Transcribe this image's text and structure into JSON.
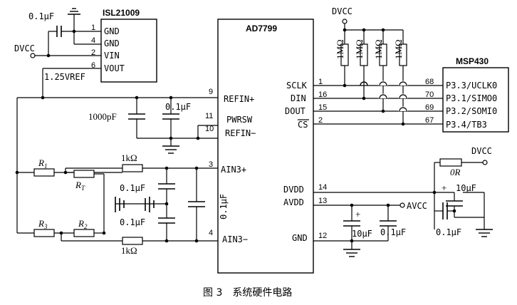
{
  "chips": {
    "isl": {
      "name": "ISL21009",
      "pins": [
        "GND",
        "GND",
        "VIN",
        "VOUT"
      ],
      "pin_numbers": [
        "1",
        "4",
        "2",
        "6"
      ]
    },
    "ad": {
      "name": "AD7799",
      "left_pins": [
        "REFIN+",
        "PWRSW",
        "REFIN−",
        "AIN3+",
        "AIN3−"
      ],
      "left_numbers": [
        "9",
        "11",
        "10",
        "3",
        "4"
      ],
      "right_pins": [
        "SCLK",
        "DIN",
        "DOUT",
        "CS",
        "DVDD",
        "AVDD",
        "GND"
      ],
      "right_numbers": [
        "1",
        "16",
        "15",
        "2",
        "14",
        "13",
        "12"
      ]
    },
    "msp": {
      "name": "MSP430",
      "pins": [
        "P3.3/UCLK0",
        "P3.1/SIMO0",
        "P3.2/SOMI0",
        "P3.4/TB3"
      ],
      "pin_numbers": [
        "68",
        "70",
        "69",
        "67"
      ]
    }
  },
  "labels": {
    "dvcc_left": "DVCC",
    "dvcc_top": "DVCC",
    "dvcc_right": "DVCC",
    "avcc": "AVCC",
    "vref": "1.25VREF",
    "cap_isl": "0.1μF",
    "cap_1000p": "1000pF",
    "cap_ref": "0.1μF",
    "cap_mid_top": "0.1μF",
    "cap_mid_bot": "0.1μF",
    "cap_ain": "0.1μF",
    "cap_10u_avdd": "10μF",
    "cap_01_avdd": "0.1μF",
    "cap_10u_dvdd": "10μF",
    "cap_01_dvdd": "0.1μF",
    "r_pullup": [
      "1MΩ",
      "1MΩ",
      "1MΩ",
      "1MΩ"
    ],
    "r_1k_top": "1kΩ",
    "r_1k_bot": "1kΩ",
    "r0": "0R",
    "plus": "+"
  },
  "resistor_names": {
    "r1": {
      "base": "R",
      "sub": "1"
    },
    "rt": {
      "base": "R",
      "sub": "T"
    },
    "r3": {
      "base": "R",
      "sub": "3"
    },
    "r2": {
      "base": "R",
      "sub": "2"
    }
  },
  "caption": "图 3　系统硬件电路"
}
